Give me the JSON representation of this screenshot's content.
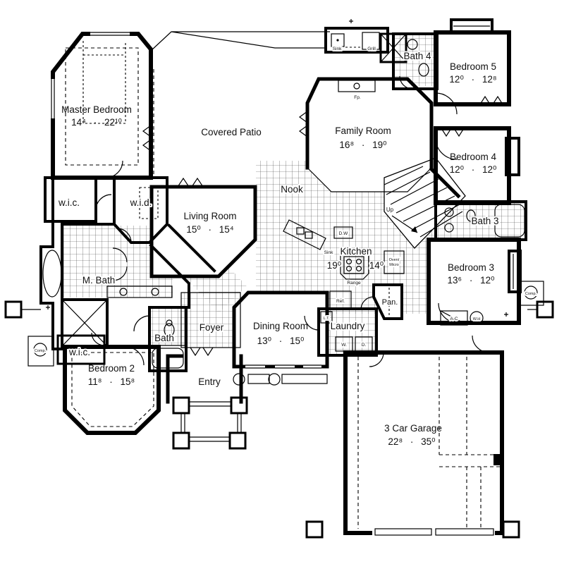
{
  "plan": {
    "rooms": {
      "master_bedroom": {
        "label": "Master Bedroom",
        "dims": "14⁴ · 22¹⁰"
      },
      "covered_patio": {
        "label": "Covered Patio"
      },
      "family_room": {
        "label": "Family Room",
        "dims": "16⁸ · 19⁰"
      },
      "bedroom5": {
        "label": "Bedroom 5",
        "dims": "12⁰ · 12⁸"
      },
      "bedroom4": {
        "label": "Bedroom 4",
        "dims": "12⁰ · 12⁰"
      },
      "bedroom3": {
        "label": "Bedroom 3",
        "dims": "13⁶ · 12⁰"
      },
      "bedroom2": {
        "label": "Bedroom 2",
        "dims": "11⁸ · 15⁸"
      },
      "living_room": {
        "label": "Living Room",
        "dims": "15⁰ · 15⁴"
      },
      "dining_room": {
        "label": "Dining Room",
        "dims": "13⁰ · 15⁰"
      },
      "kitchen": {
        "label": "Kitchen",
        "dim_left": "19⁰",
        "dim_right": "14⁰"
      },
      "nook": {
        "label": "Nook"
      },
      "foyer": {
        "label": "Foyer"
      },
      "entry": {
        "label": "Entry"
      },
      "laundry": {
        "label": "Laundry"
      },
      "pantry": {
        "label": "Pan."
      },
      "garage": {
        "label": "3 Car Garage",
        "dims": "22⁸ · 35⁰"
      },
      "master_bath": {
        "label": "M. Bath"
      },
      "bath4": {
        "label": "Bath 4"
      },
      "bath3": {
        "label": "Bath 3"
      },
      "bath2": {
        "label": "Bath"
      },
      "wic_left": {
        "label": "w.i.c."
      },
      "wic_mid": {
        "label": "w.i.d."
      },
      "wic_lower": {
        "label": "w.i.c."
      }
    },
    "fixtures": {
      "fireplace": "Fp.",
      "outdoor_sink": "Sink",
      "grill": "Grill",
      "dishwasher": "D.W",
      "kitchen_sink": "Sink",
      "range": "Range",
      "refrigerator": "Ref.",
      "oven_micro_1": "Oven/",
      "oven_micro_2": "Micro",
      "stairs_up": "Up",
      "laundry_tub": "L.T.",
      "washer": "W.",
      "dryer": "D.",
      "air_handler": "A-C",
      "water_heater": "W.H",
      "compressor": "Comp."
    },
    "colors": {
      "wall": "#000000",
      "background": "#ffffff",
      "tile_line": "#3a3a3a"
    }
  }
}
